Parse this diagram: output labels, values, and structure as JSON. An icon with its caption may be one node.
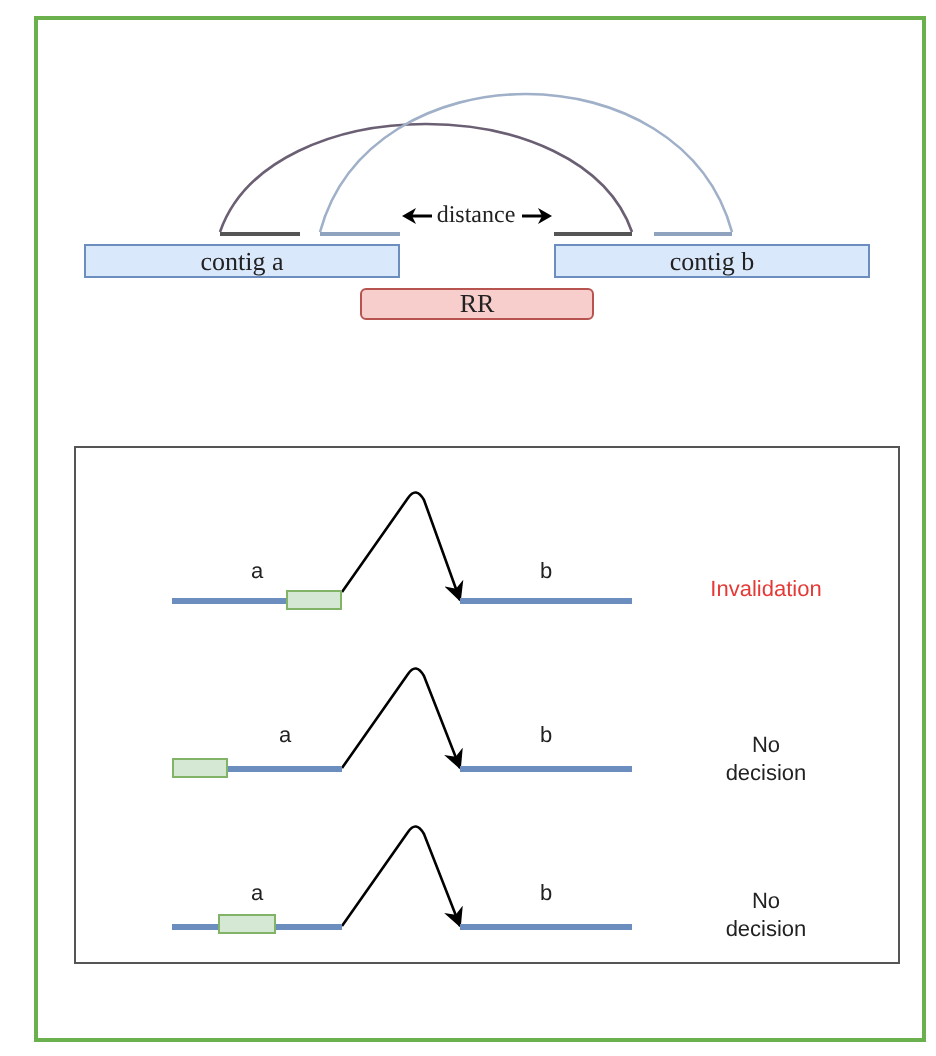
{
  "diagram": {
    "nodes": [
      {
        "text": [
          "contig a"
        ]
      },
      {
        "text": [
          "contig b"
        ]
      },
      {
        "text": [
          "RR"
        ]
      },
      {
        "text": [],
        "shape": "bar"
      },
      {
        "text": [],
        "shape": "bar"
      },
      {
        "text": [],
        "shape": "bar"
      },
      {
        "text": [],
        "shape": "bar"
      },
      {
        "text": [
          "a"
        ]
      },
      {
        "text": [],
        "shape": "box"
      },
      {
        "text": [
          "b"
        ]
      },
      {
        "text": [],
        "shape": "box"
      },
      {
        "text": [
          "a"
        ]
      },
      {
        "text": [
          "b"
        ]
      },
      {
        "text": [
          "a"
        ]
      },
      {
        "text": [],
        "shape": "box"
      },
      {
        "text": [
          "b"
        ]
      }
    ],
    "edges": [
      {
        "from": 3,
        "to": 5,
        "arrow": "none",
        "color": "#6b5f73"
      },
      {
        "from": 4,
        "to": 6,
        "arrow": "none",
        "color": "#9fb0c8"
      },
      {
        "from": 8,
        "to": 9,
        "arrow": "to"
      },
      {
        "from": 11,
        "to": 12,
        "arrow": "to"
      },
      {
        "from": 13,
        "to": 15,
        "arrow": "to"
      }
    ],
    "labels": [
      "distance",
      "Invalidation",
      "No decision",
      "No decision"
    ]
  }
}
